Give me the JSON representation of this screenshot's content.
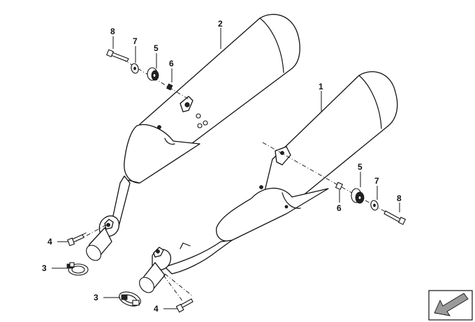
{
  "parts": {
    "muffler_right": "1",
    "muffler_left": "2",
    "clamp": "3",
    "stud_bolt": "4",
    "rubber_mount": "5",
    "spacer_sleeve": "6",
    "washer": "7",
    "hex_bolt": "8"
  },
  "colors": {
    "line": "#111111",
    "background": "#ffffff",
    "icon_fill": "#9a9a9a"
  },
  "icons": {
    "corner": "arrow-icon"
  }
}
